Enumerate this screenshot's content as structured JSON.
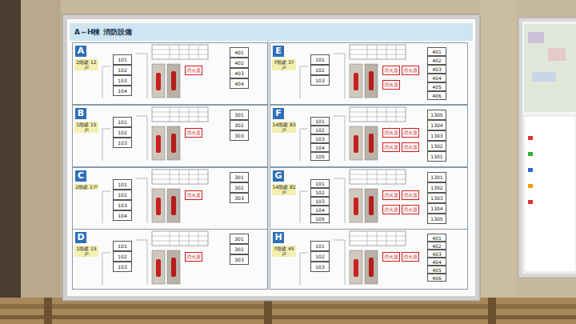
{
  "diagram": {
    "title": "A～H棟 消防設備",
    "nodes": [
      {
        "text": [
          "A",
          "2階建 12戸"
        ]
      },
      {
        "text": [
          "101"
        ],
        "in": 0
      },
      {
        "text": [
          "102"
        ],
        "in": 0
      },
      {
        "text": [
          "103"
        ],
        "in": 0
      },
      {
        "text": [
          "104"
        ],
        "in": 0
      },
      {
        "text": [
          "401"
        ],
        "in": 0
      },
      {
        "text": [
          "402"
        ],
        "in": 0
      },
      {
        "text": [
          "403"
        ],
        "in": 0
      },
      {
        "text": [
          "404"
        ],
        "in": 0
      },
      {
        "text": [
          "E",
          "7階建 37戸"
        ]
      },
      {
        "text": [
          "101"
        ],
        "in": 9
      },
      {
        "text": [
          "102"
        ],
        "in": 9
      },
      {
        "text": [
          "103"
        ],
        "in": 9
      },
      {
        "text": [
          "401"
        ],
        "in": 9
      },
      {
        "text": [
          "402"
        ],
        "in": 9
      },
      {
        "text": [
          "403"
        ],
        "in": 9
      },
      {
        "text": [
          "404"
        ],
        "in": 9
      },
      {
        "text": [
          "405"
        ],
        "in": 9
      },
      {
        "text": [
          "406"
        ],
        "in": 9
      },
      {
        "text": [
          "B",
          "1階建 15戸"
        ]
      },
      {
        "text": [
          "101"
        ],
        "in": 19
      },
      {
        "text": [
          "102"
        ],
        "in": 19
      },
      {
        "text": [
          "103"
        ],
        "in": 19
      },
      {
        "text": [
          "301"
        ],
        "in": 19
      },
      {
        "text": [
          "302"
        ],
        "in": 19
      },
      {
        "text": [
          "303"
        ],
        "in": 19
      },
      {
        "text": [
          "F",
          "14階建 83戸"
        ]
      },
      {
        "text": [
          "101"
        ],
        "in": 26
      },
      {
        "text": [
          "102"
        ],
        "in": 26
      },
      {
        "text": [
          "103"
        ],
        "in": 26
      },
      {
        "text": [
          "104"
        ],
        "in": 26
      },
      {
        "text": [
          "105"
        ],
        "in": 26
      },
      {
        "text": [
          "1305"
        ],
        "in": 26
      },
      {
        "text": [
          "1304"
        ],
        "in": 26
      },
      {
        "text": [
          "1303"
        ],
        "in": 26
      },
      {
        "text": [
          "1302"
        ],
        "in": 26
      },
      {
        "text": [
          "1301"
        ],
        "in": 26
      },
      {
        "text": [
          "C",
          "2階建 2戸"
        ]
      },
      {
        "text": [
          "101"
        ],
        "in": 37
      },
      {
        "text": [
          "102"
        ],
        "in": 37
      },
      {
        "text": [
          "103"
        ],
        "in": 37
      },
      {
        "text": [
          "104"
        ],
        "in": 37
      },
      {
        "text": [
          "301"
        ],
        "in": 37
      },
      {
        "text": [
          "302"
        ],
        "in": 37
      },
      {
        "text": [
          "303"
        ],
        "in": 37
      },
      {
        "text": [
          "G",
          "14階建 82戸"
        ]
      },
      {
        "text": [
          "101"
        ],
        "in": 45
      },
      {
        "text": [
          "102"
        ],
        "in": 45
      },
      {
        "text": [
          "103"
        ],
        "in": 45
      },
      {
        "text": [
          "104"
        ],
        "in": 45
      },
      {
        "text": [
          "105"
        ],
        "in": 45
      },
      {
        "text": [
          "1301"
        ],
        "in": 45
      },
      {
        "text": [
          "1302"
        ],
        "in": 45
      },
      {
        "text": [
          "1303"
        ],
        "in": 45
      },
      {
        "text": [
          "1304"
        ],
        "in": 45
      },
      {
        "text": [
          "1305"
        ],
        "in": 45
      },
      {
        "text": [
          "D",
          "1階建 15戸"
        ]
      },
      {
        "text": [
          "101"
        ],
        "in": 56
      },
      {
        "text": [
          "102"
        ],
        "in": 56
      },
      {
        "text": [
          "103"
        ],
        "in": 56
      },
      {
        "text": [
          "301"
        ],
        "in": 56
      },
      {
        "text": [
          "302"
        ],
        "in": 56
      },
      {
        "text": [
          "303"
        ],
        "in": 56
      },
      {
        "text": [
          "H",
          "7階建 45戸"
        ]
      },
      {
        "text": [
          "101"
        ],
        "in": 63
      },
      {
        "text": [
          "102"
        ],
        "in": 63
      },
      {
        "text": [
          "103"
        ],
        "in": 63
      },
      {
        "text": [
          "401"
        ],
        "in": 63
      },
      {
        "text": [
          "402"
        ],
        "in": 63
      },
      {
        "text": [
          "403"
        ],
        "in": 63
      },
      {
        "text": [
          "404"
        ],
        "in": 63
      },
      {
        "text": [
          "405"
        ],
        "in": 63
      },
      {
        "text": [
          "406"
        ],
        "in": 63
      }
    ],
    "labels": [
      "消火器",
      "消火器",
      "消火器",
      "消火器",
      "消火器",
      "消火器",
      "消火器",
      "消火器",
      "消火器",
      "消火器",
      "消火器",
      "消火器",
      "消火器",
      "消火器",
      "消火器",
      "消火器",
      "消火器"
    ]
  }
}
